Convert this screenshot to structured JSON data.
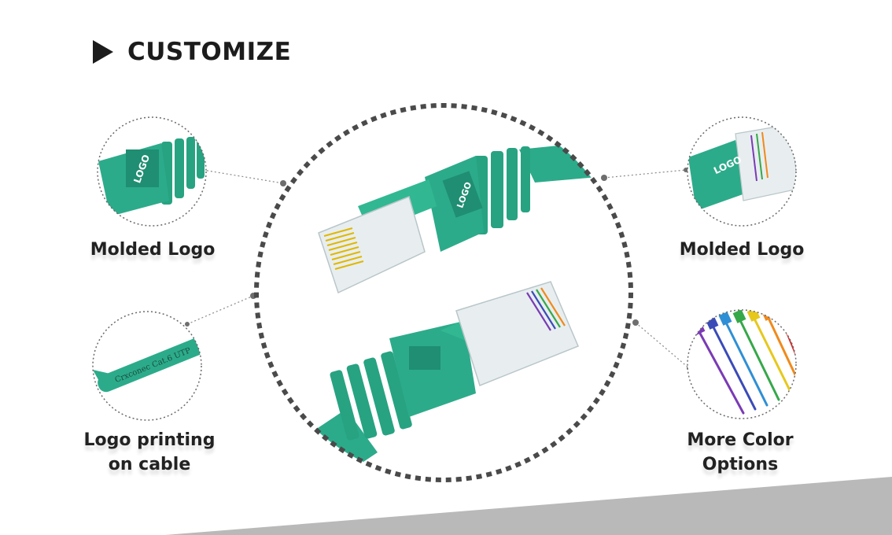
{
  "header": {
    "title": "CUSTOMIZE"
  },
  "features": [
    {
      "id": "molded-logo-left",
      "label": "Molded Logo"
    },
    {
      "id": "molded-logo-right",
      "label": "Molded Logo"
    },
    {
      "id": "logo-printing",
      "label_line1": "Logo printing",
      "label_line2": "on cable"
    },
    {
      "id": "more-colors",
      "label_line1": "More Color",
      "label_line2": "Options"
    }
  ],
  "product": {
    "logo_text": "LOGO",
    "cable_print_text": "Crxconec Cat.6 UTP",
    "cable_color": "#2cab8a",
    "cable_colors": [
      "#7a3bb5",
      "#3a4bb8",
      "#2f8fd6",
      "#35a84a",
      "#e6c81c",
      "#f08a1c",
      "#d92b2b"
    ]
  }
}
